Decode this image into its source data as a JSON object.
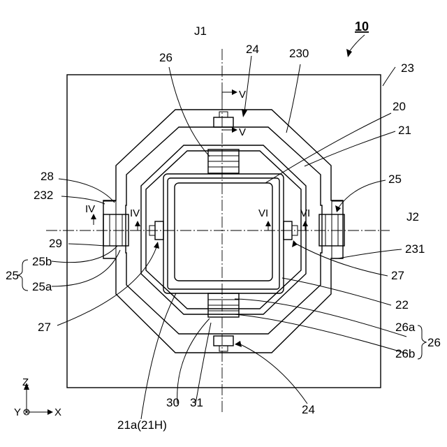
{
  "figure": {
    "ref_main": "10",
    "axis_j1": "J1",
    "axis_j2": "J2",
    "labels": {
      "l23": "23",
      "l24_top": "24",
      "l24_bottom": "24",
      "l26": "26",
      "l230": "230",
      "l20": "20",
      "l21": "21",
      "l28": "28",
      "l232": "232",
      "l25_right": "25",
      "l29": "29",
      "l25b": "25b",
      "l25": "25",
      "l25a": "25a",
      "l231": "231",
      "l27_right": "27",
      "l27_left": "27",
      "l22": "22",
      "l26a": "26a",
      "l26_brace": "26",
      "l26b": "26b",
      "l30": "30",
      "l31": "31",
      "l21a": "21a(21H)"
    },
    "sections": {
      "v_top": "V",
      "v_bottom": "V",
      "iv_left": "IV",
      "iv_right": "IV",
      "vi_left": "VI",
      "vi_right": "VI"
    },
    "axes_legend": {
      "z": "Z",
      "x": "X",
      "y": "Y"
    }
  }
}
